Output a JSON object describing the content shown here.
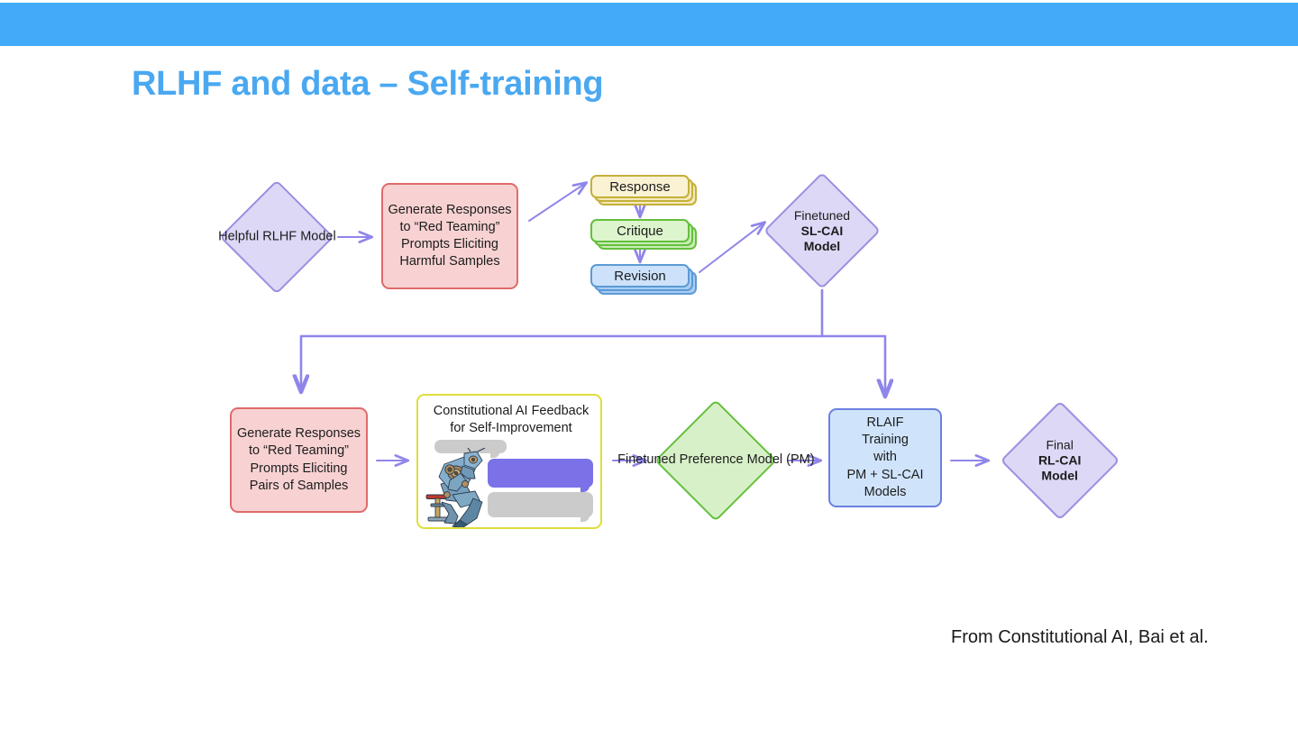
{
  "slide": {
    "title": "RLHF and data – Self-training",
    "source_note": "From Constitutional AI, Bai et al.",
    "header_color": "#41abfa",
    "title_color": "#4aa8f0",
    "background_color": "#ffffff"
  },
  "diagram": {
    "name": "constitutional-ai-self-training-pipeline",
    "arrow_color": "#8f86ea",
    "nodes": {
      "helpful_rlhf_model": {
        "label": "Helpful RLHF\nModel",
        "shape": "diamond",
        "fill": "#ddd8f6",
        "border": "#9b8fe0"
      },
      "generate_harmful": {
        "label": "Generate Responses\nto “Red Teaming”\nPrompts Eliciting\nHarmful Samples",
        "shape": "rounded-rect",
        "fill": "#f8d2d2",
        "border": "#e06a6a"
      },
      "response_card": {
        "label": "Response",
        "shape": "stacked-card",
        "fill": "#fbf2d3",
        "border": "#c4b03a"
      },
      "critique_card": {
        "label": "Critique",
        "shape": "stacked-card",
        "fill": "#dcf5cd",
        "border": "#64c03c"
      },
      "revision_card": {
        "label": "Revision",
        "shape": "stacked-card",
        "fill": "#cde2fa",
        "border": "#5b9bd5"
      },
      "sl_cai_model": {
        "label_line1": "Finetuned",
        "label_line2": "SL-CAI",
        "label_line3": "Model",
        "shape": "diamond",
        "fill": "#ddd8f6",
        "border": "#9b8fe0"
      },
      "generate_pairs": {
        "label": "Generate Responses\nto “Red Teaming”\nPrompts Eliciting\nPairs of Samples",
        "shape": "rounded-rect",
        "fill": "#f8d2d2",
        "border": "#e06a6a"
      },
      "cai_feedback": {
        "title": "Constitutional AI Feedback\nfor Self-Improvement",
        "shape": "illustration-card",
        "border": "#dede3c",
        "fill": "#ffffff",
        "illustration": "thinker-robot",
        "bubbles": [
          "gray-short",
          "purple-wide",
          "gray-wide"
        ]
      },
      "preference_model": {
        "label": "Finetuned\nPreference\nModel (PM)",
        "shape": "diamond",
        "fill": "#d7f0c8",
        "border": "#64c03c"
      },
      "rlaif_training": {
        "label": "RLAIF\nTraining\nwith\nPM + SL-CAI\nModels",
        "shape": "rounded-rect",
        "fill": "#cfe4fb",
        "border": "#6b7fe0"
      },
      "rl_cai_model": {
        "label_line1": "Final",
        "label_line2": "RL-CAI",
        "label_line3": "Model",
        "shape": "diamond",
        "fill": "#ddd8f6",
        "border": "#9b8fe0"
      }
    },
    "edges": [
      {
        "from": "helpful_rlhf_model",
        "to": "generate_harmful",
        "style": "straight-right"
      },
      {
        "from": "generate_harmful",
        "to": "response_card",
        "style": "diagonal-up-right"
      },
      {
        "from": "response_card",
        "to": "critique_card",
        "style": "straight-down"
      },
      {
        "from": "critique_card",
        "to": "revision_card",
        "style": "straight-down"
      },
      {
        "from": "revision_card",
        "to": "sl_cai_model",
        "style": "diagonal-up-right"
      },
      {
        "from": "sl_cai_model",
        "to": "generate_pairs",
        "style": "elbow-down-left"
      },
      {
        "from": "sl_cai_model",
        "to": "rlaif_training",
        "style": "elbow-down-right"
      },
      {
        "from": "generate_pairs",
        "to": "cai_feedback",
        "style": "straight-right"
      },
      {
        "from": "cai_feedback",
        "to": "preference_model",
        "style": "straight-right"
      },
      {
        "from": "preference_model",
        "to": "rlaif_training",
        "style": "straight-right"
      },
      {
        "from": "rlaif_training",
        "to": "rl_cai_model",
        "style": "straight-right"
      }
    ]
  }
}
